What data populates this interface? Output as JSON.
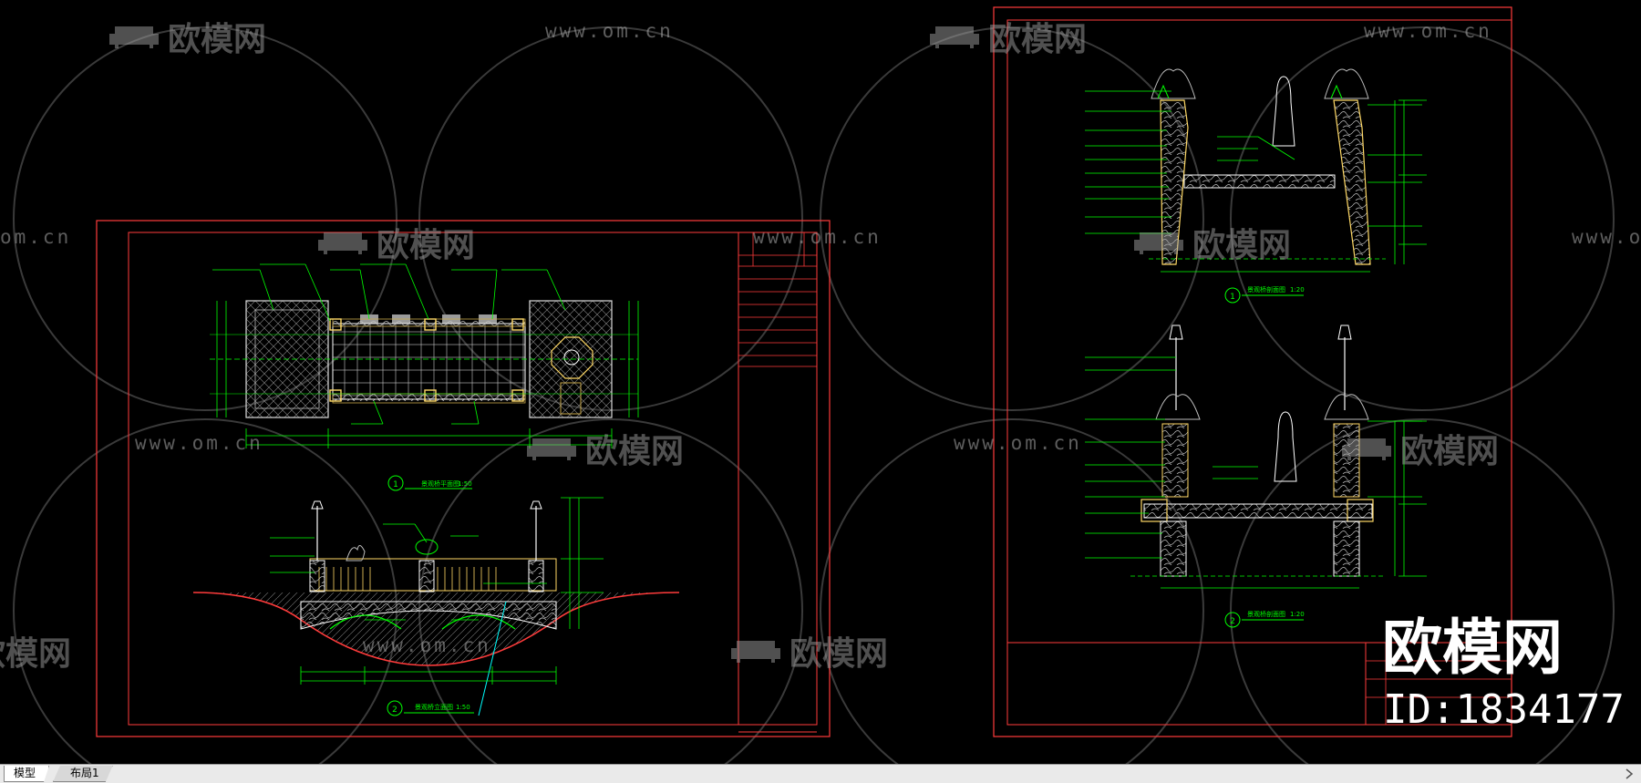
{
  "watermark": {
    "site_text": "www.om.cn",
    "site_text_cropped": "om.cn",
    "logo_text": "欧模网",
    "big_logo_text": "欧模网",
    "id_text": "ID:1834177"
  },
  "drawing": {
    "left_sheet_labels": {
      "plan_title": "景观桥平面图",
      "plan_scale": "1:50",
      "plan_number": "1",
      "elev_title": "景观桥立面图",
      "elev_scale": "1:50",
      "elev_number": "2"
    },
    "right_sheet_labels": {
      "sect1_title": "景观桥剖面图",
      "sect1_scale": "1:20",
      "sect1_number": "1",
      "sect2_title": "景观桥剖面图",
      "sect2_scale": "1:20",
      "sect2_number": "2"
    },
    "colors": {
      "frame": "#ff3b3b",
      "leader": "#00ff00",
      "geometry": "#ffffff",
      "hatch": "#c8a84a",
      "accent": "#00ffff"
    }
  },
  "tabs": [
    {
      "label": "模型"
    },
    {
      "label": "布局1"
    }
  ]
}
